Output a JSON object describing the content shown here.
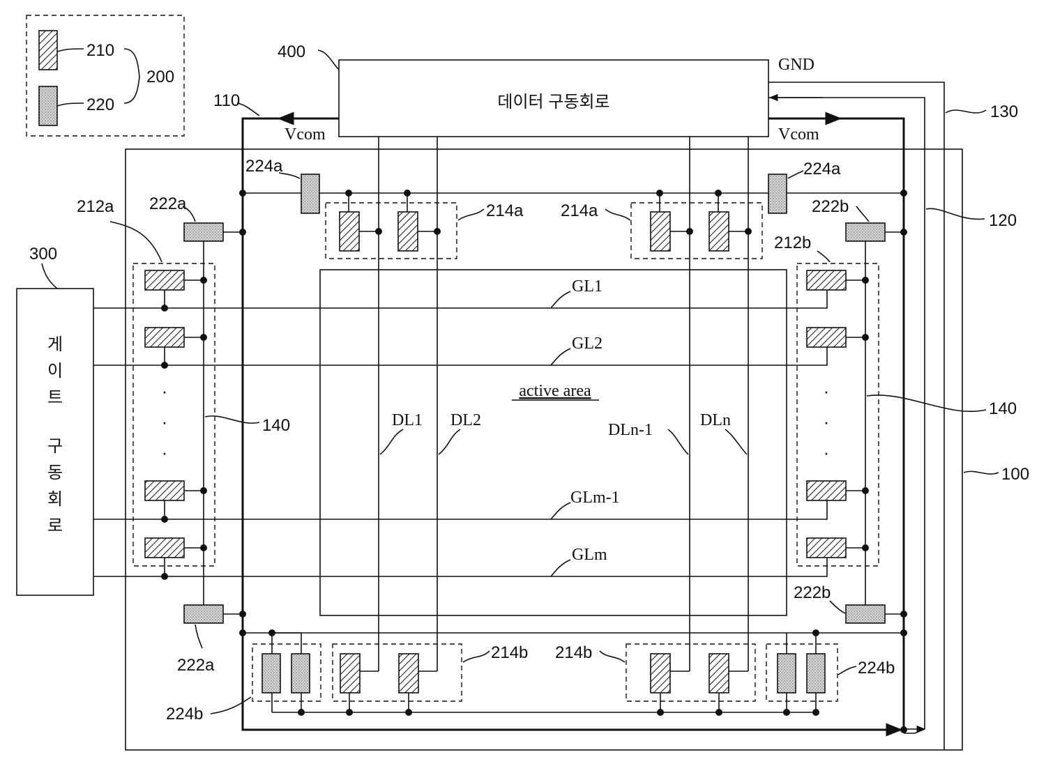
{
  "legend": {
    "item1_ref": "210",
    "item2_ref": "220",
    "group_ref": "200"
  },
  "data_driver": {
    "ref": "400",
    "label": "데이터 구동회로"
  },
  "gate_driver": {
    "ref": "300",
    "label_chars": [
      "게",
      "이",
      "트",
      "구",
      "동",
      "회",
      "로"
    ]
  },
  "panel_ref": "100",
  "ref_labels": {
    "vcom_line": "110",
    "line_120": "120",
    "line_130": "130",
    "line_140_left": "140",
    "line_140_right": "140"
  },
  "signals": {
    "gnd": "GND",
    "vcom_left": "Vcom",
    "vcom_right": "Vcom"
  },
  "gate_lines": [
    "GL1",
    "GL2",
    "GLm-1",
    "GLm"
  ],
  "data_lines": [
    "DL1",
    "DL2",
    "DLn-1",
    "DLn"
  ],
  "active_area": "active area",
  "component_labels": {
    "c212a": "212a",
    "c212b": "212b",
    "c214a_left": "214a",
    "c214a_right": "214a",
    "c214b_left": "214b",
    "c214b_right": "214b",
    "c222a_top": "222a",
    "c222a_bottom": "222a",
    "c222b_top": "222b",
    "c222b_bottom": "222b",
    "c224a_left": "224a",
    "c224a_right": "224a",
    "c224b_left": "224b",
    "c224b_right": "224b"
  },
  "ellipsis_dot": "·"
}
